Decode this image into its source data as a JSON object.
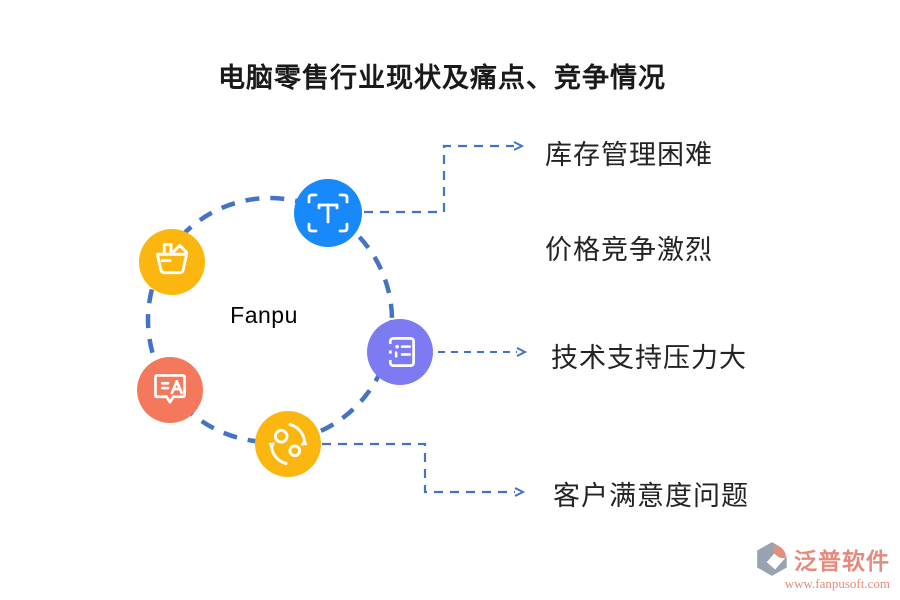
{
  "title": "电脑零售行业现状及痛点、竞争情况",
  "center_label": "Fanpu",
  "pain_points": [
    "库存管理困难",
    "价格竞争激烈",
    "技术支持压力大",
    "客户满意度问题"
  ],
  "watermark": {
    "brand": "泛普软件",
    "url": "www.fanpusoft.com"
  },
  "colors": {
    "connector": "#4472c4",
    "node_scan": "#1789fa",
    "node_basket": "#fbb70f",
    "node_chat": "#f4795c",
    "node_ticket": "#7d7bf1",
    "node_sync": "#fbb70f",
    "watermark_accent": "#e78a7e",
    "watermark_gray": "#9aa2b1"
  }
}
